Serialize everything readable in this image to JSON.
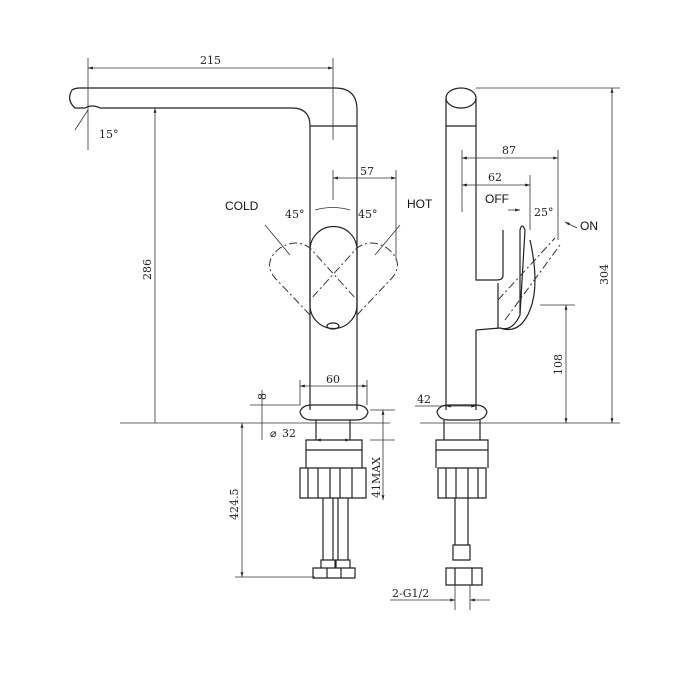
{
  "labels": {
    "cold": "COLD",
    "hot": "HOT",
    "off": "OFF",
    "on": "ON"
  },
  "dimensions": {
    "spout_reach": "215",
    "spout_angle": "15°",
    "height_under_spout": "286",
    "handle_offset": "57",
    "rotation_left": "45°",
    "rotation_right": "45°",
    "base_width": "60",
    "base_height": "8",
    "shank_diameter": "32",
    "max_counter_thickness": "41MAX",
    "hose_length": "424.5",
    "total_height": "304",
    "handle_reach_on": "87",
    "handle_reach_off": "62",
    "lever_angle": "25°",
    "handle_height": "108",
    "body_diameter": "42",
    "connection": "2-G1/2"
  }
}
